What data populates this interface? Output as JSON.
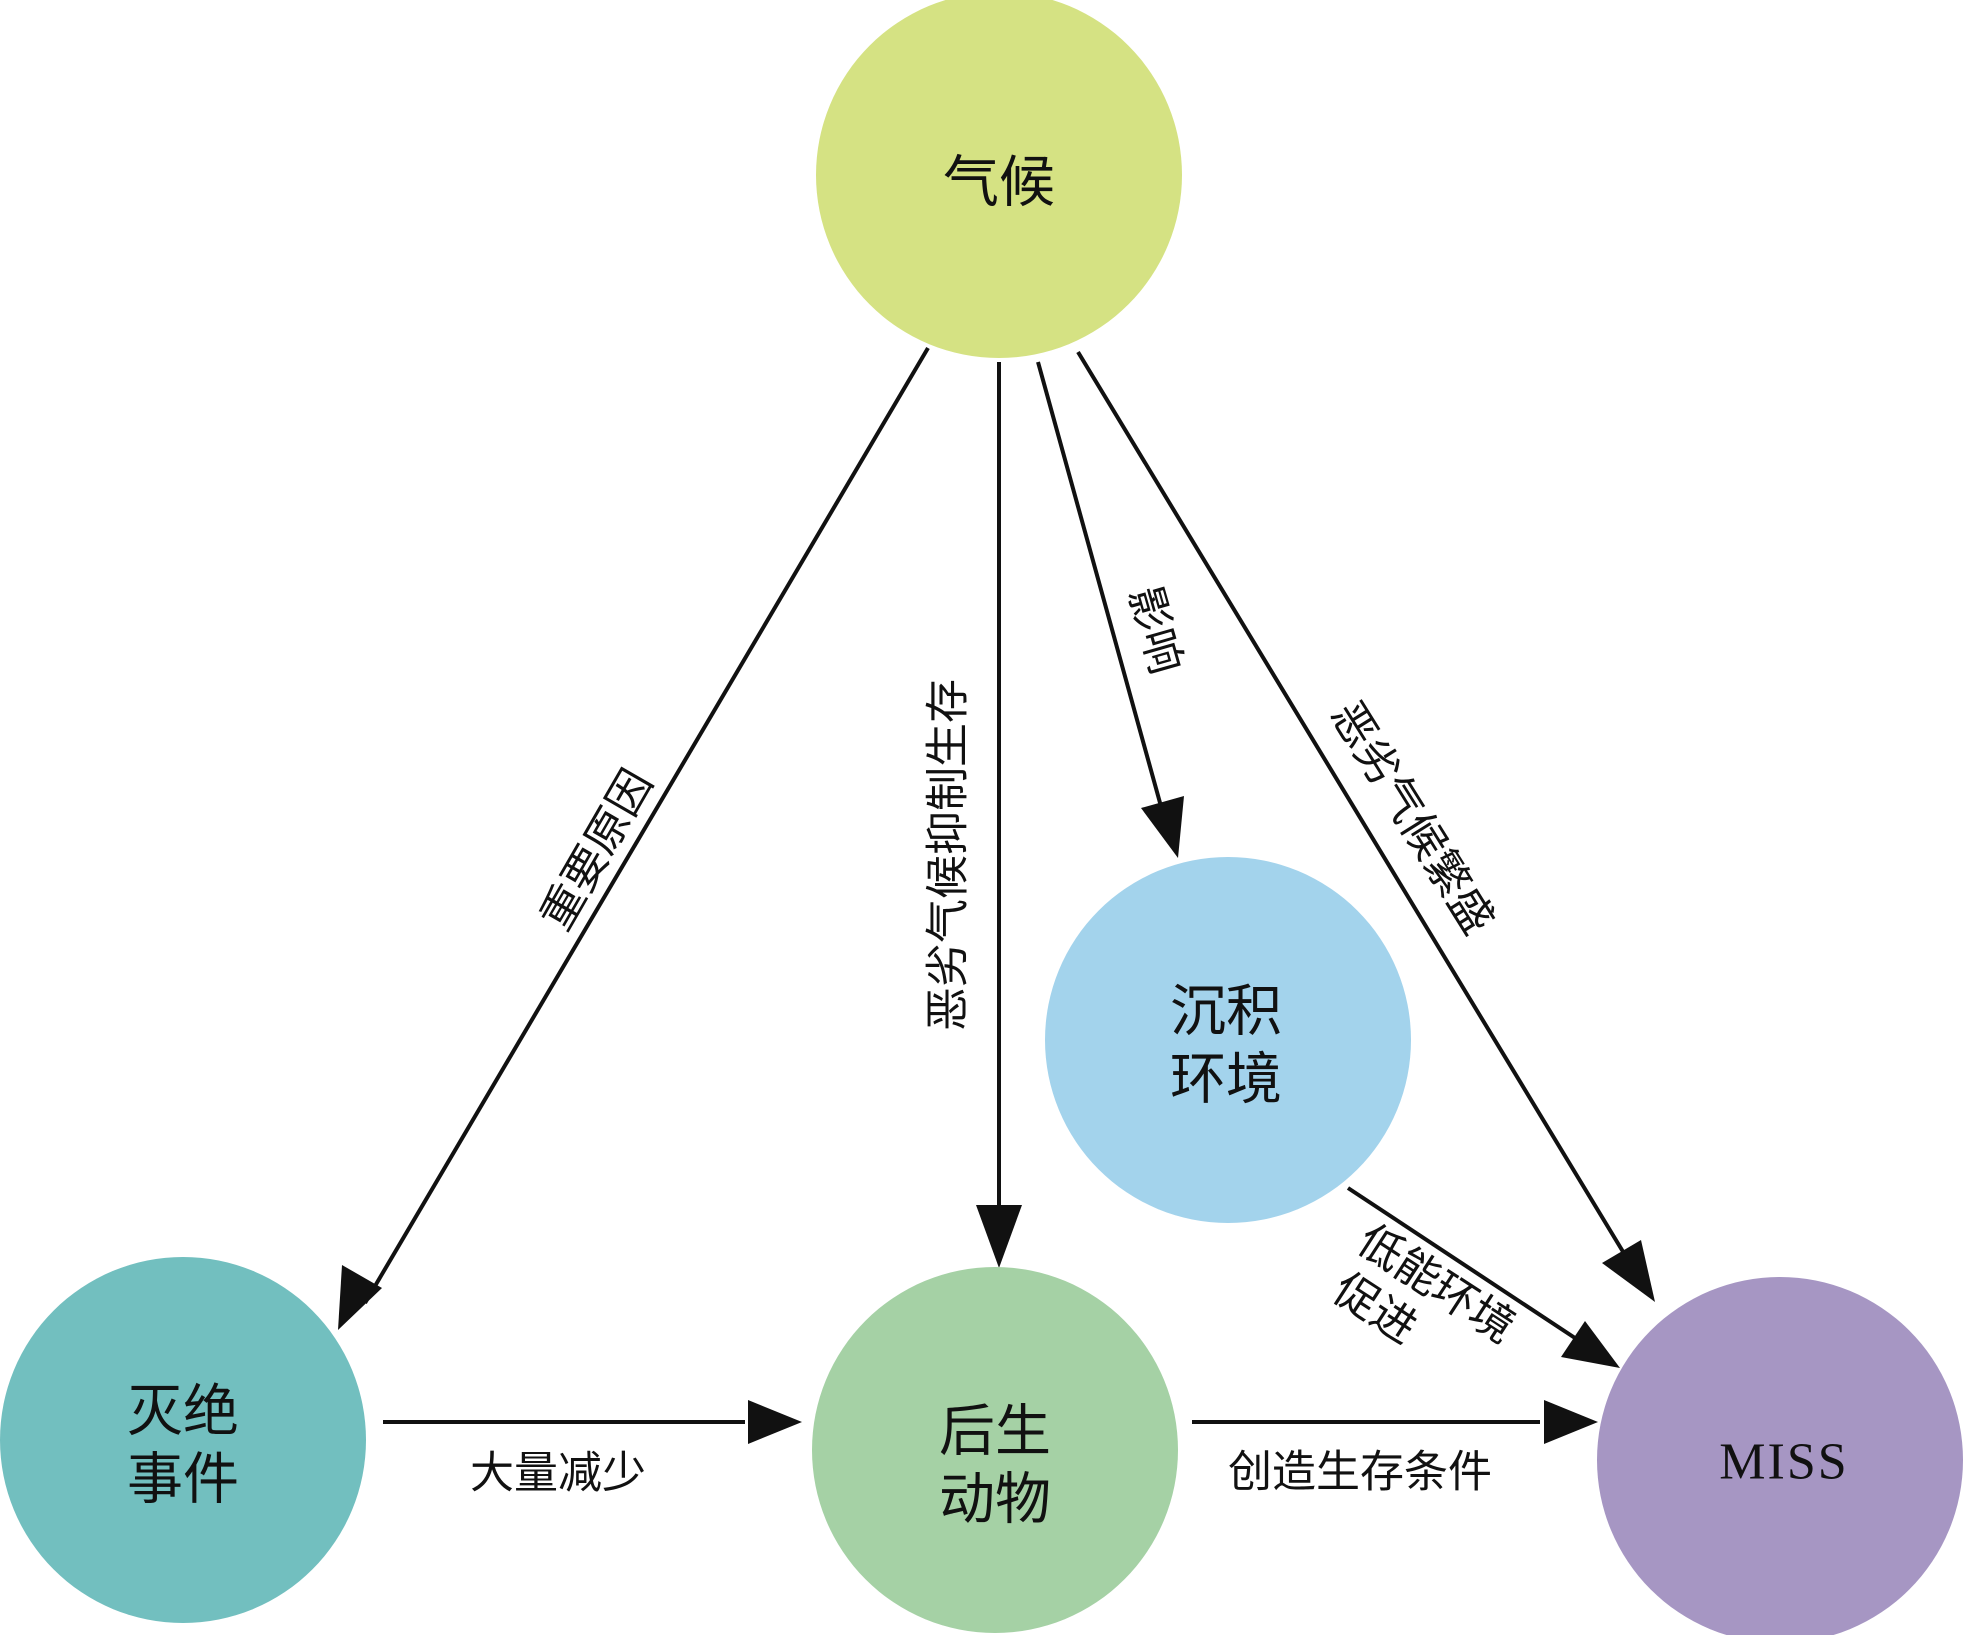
{
  "nodes": {
    "climate": {
      "lines": [
        "气候"
      ],
      "color": "#d5e283"
    },
    "extinction": {
      "lines": [
        "灭绝",
        "事件"
      ],
      "color": "#72bfbf"
    },
    "metazoa": {
      "lines": [
        "后生",
        "动物"
      ],
      "color": "#a5d1a5"
    },
    "sediment": {
      "lines": [
        "沉积",
        "环境"
      ],
      "color": "#a3d3ec"
    },
    "miss": {
      "lines": [
        "MISS"
      ],
      "color": "#a696c3"
    }
  },
  "edges": {
    "climate_to_extinction": "重要原因",
    "climate_to_metazoa": "恶劣气候抑制生存",
    "climate_to_sediment": "影响",
    "climate_to_miss": "恶劣气候繁盛",
    "extinction_to_metazoa": "大量减少",
    "metazoa_to_miss": "创造生存条件",
    "sediment_to_miss": [
      "低能环境",
      "促进"
    ]
  }
}
